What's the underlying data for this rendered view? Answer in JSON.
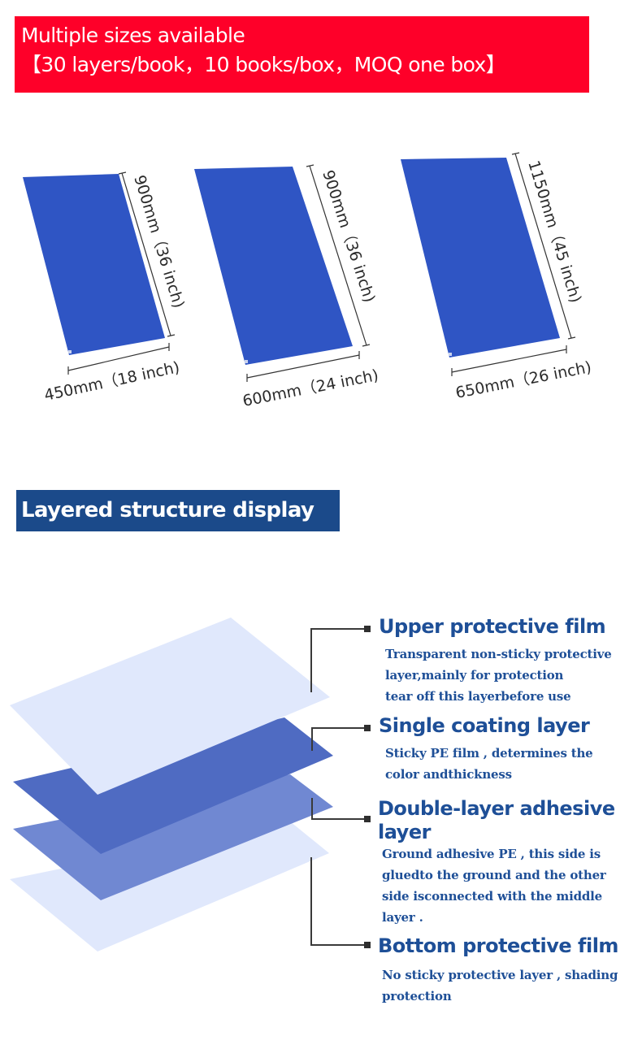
{
  "sizes_section": {
    "banner": {
      "line1": "Multiple sizes available",
      "line2": "【30 layers/book，10 books/box，MOQ one box】",
      "background_color": "#fe0029"
    },
    "mats": [
      {
        "length_label": "900mm（36 inch)",
        "width_label": "450mm（18 inch)",
        "length_mm": 900,
        "length_inch": 36,
        "width_mm": 450,
        "width_inch": 18
      },
      {
        "length_label": "900mm（36 inch)",
        "width_label": "600mm（24 inch)",
        "length_mm": 900,
        "length_inch": 36,
        "width_mm": 600,
        "width_inch": 24
      },
      {
        "length_label": "1150mm（45 inch)",
        "width_label": "650mm（26 inch)",
        "length_mm": 1150,
        "length_inch": 45,
        "width_mm": 650,
        "width_inch": 26
      }
    ],
    "mat_color": "#2f55c4"
  },
  "structure_section": {
    "banner": {
      "title": "Layered structure display",
      "background_color": "#1b4a8a"
    },
    "layers": [
      {
        "title": "Upper protective film",
        "description": [
          "Transparent non-sticky protective",
          "layer,mainly for protection",
          "tear off this layerbefore use"
        ],
        "color": "#e0e8fc"
      },
      {
        "title": "Single coating layer",
        "description": [
          "Sticky PE film , determines the",
          "color andthickness"
        ],
        "color": "#4f6bc2"
      },
      {
        "title": "Double-layer adhesive layer",
        "title_lines": [
          "Double-layer adhesive",
          "layer"
        ],
        "description": [
          "Ground adhesive PE , this side is",
          "gluedto the ground and the other",
          "side isconnected with the middle",
          "layer ."
        ],
        "color": "#7088d2"
      },
      {
        "title": "Bottom protective film",
        "description": [
          "No sticky protective layer , shading",
          "protection"
        ],
        "color": "#e0e8fc"
      }
    ],
    "text_color": "#1e4f97"
  }
}
